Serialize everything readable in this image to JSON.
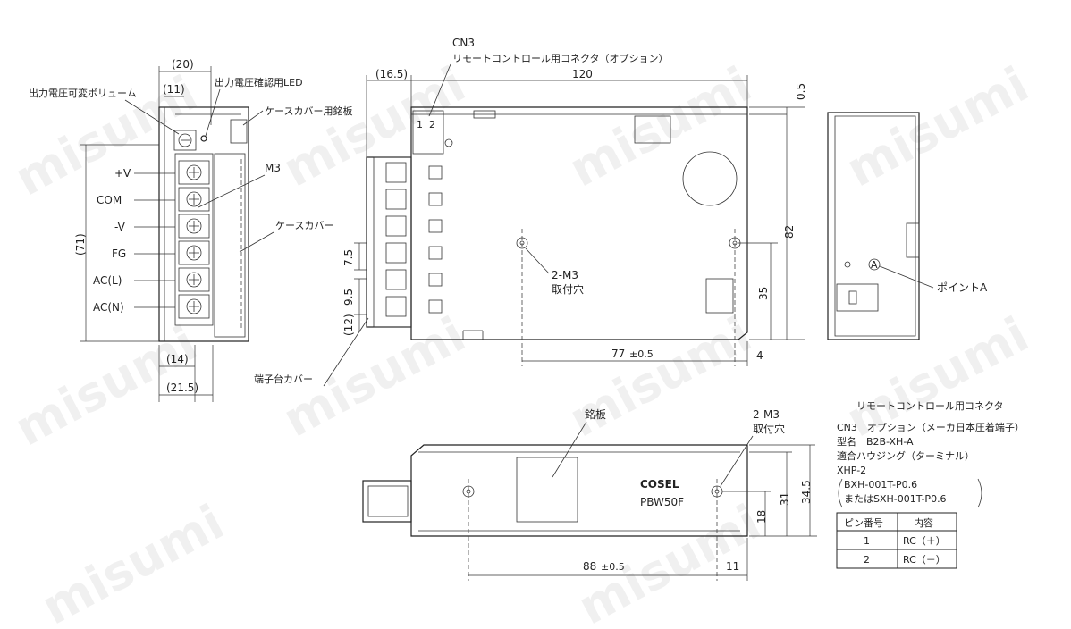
{
  "watermark": "misumi",
  "callouts": {
    "output_voltage_adj": "出力電圧可変ボリューム",
    "output_led": "出力電圧確認用LED",
    "case_nameplate": "ケースカバー用銘板",
    "m3": "M3",
    "case_cover": "ケースカバー",
    "terminal_cover": "端子台カバー",
    "cn3": "CN3",
    "cn3_desc": "リモートコントロール用コネクタ（オプション）",
    "mount_2m3_a": "2-M3",
    "mount_hole_a": "取付穴",
    "point_a": "ポイントA",
    "point_a_circle": "A",
    "nameplate": "銘板",
    "mount_2m3_b": "2-M3",
    "mount_hole_b": "取付穴",
    "brand": "COSEL",
    "model": "PBW50F",
    "pin1": "1",
    "pin2": "2"
  },
  "terminals": [
    "+V",
    "COM",
    "-V",
    "FG",
    "AC(L)",
    "AC(N)"
  ],
  "dimensions": {
    "d20": "(20)",
    "d11": "(11)",
    "d71": "(71)",
    "d14": "(14)",
    "d21_5": "(21.5)",
    "d16_5": "(16.5)",
    "d120": "120",
    "d0_5": "0.5",
    "d82": "82",
    "d7_5": "7.5",
    "d9_5": "9.5",
    "d12": "(12)",
    "d35": "35",
    "d77": "77",
    "d77_tol": "±0.5",
    "d4": "4",
    "d88": "88",
    "d88_tol": "±0.5",
    "d11b": "11",
    "d18": "18",
    "d31": "31",
    "d34_5": "34.5"
  },
  "connector_spec": {
    "title": "リモートコントロール用コネクタ",
    "lines": [
      "CN3　オプション（メーカ日本圧着端子）",
      "型名　B2B-XH-A",
      "適合ハウジング（ターミナル）",
      "XHP-2",
      "BXH-001T-P0.6",
      "またはSXH-001T-P0.6"
    ],
    "table": {
      "headers": [
        "ピン番号",
        "内容"
      ],
      "rows": [
        [
          "1",
          "RC（＋）"
        ],
        [
          "2",
          "RC（－）"
        ]
      ]
    }
  }
}
